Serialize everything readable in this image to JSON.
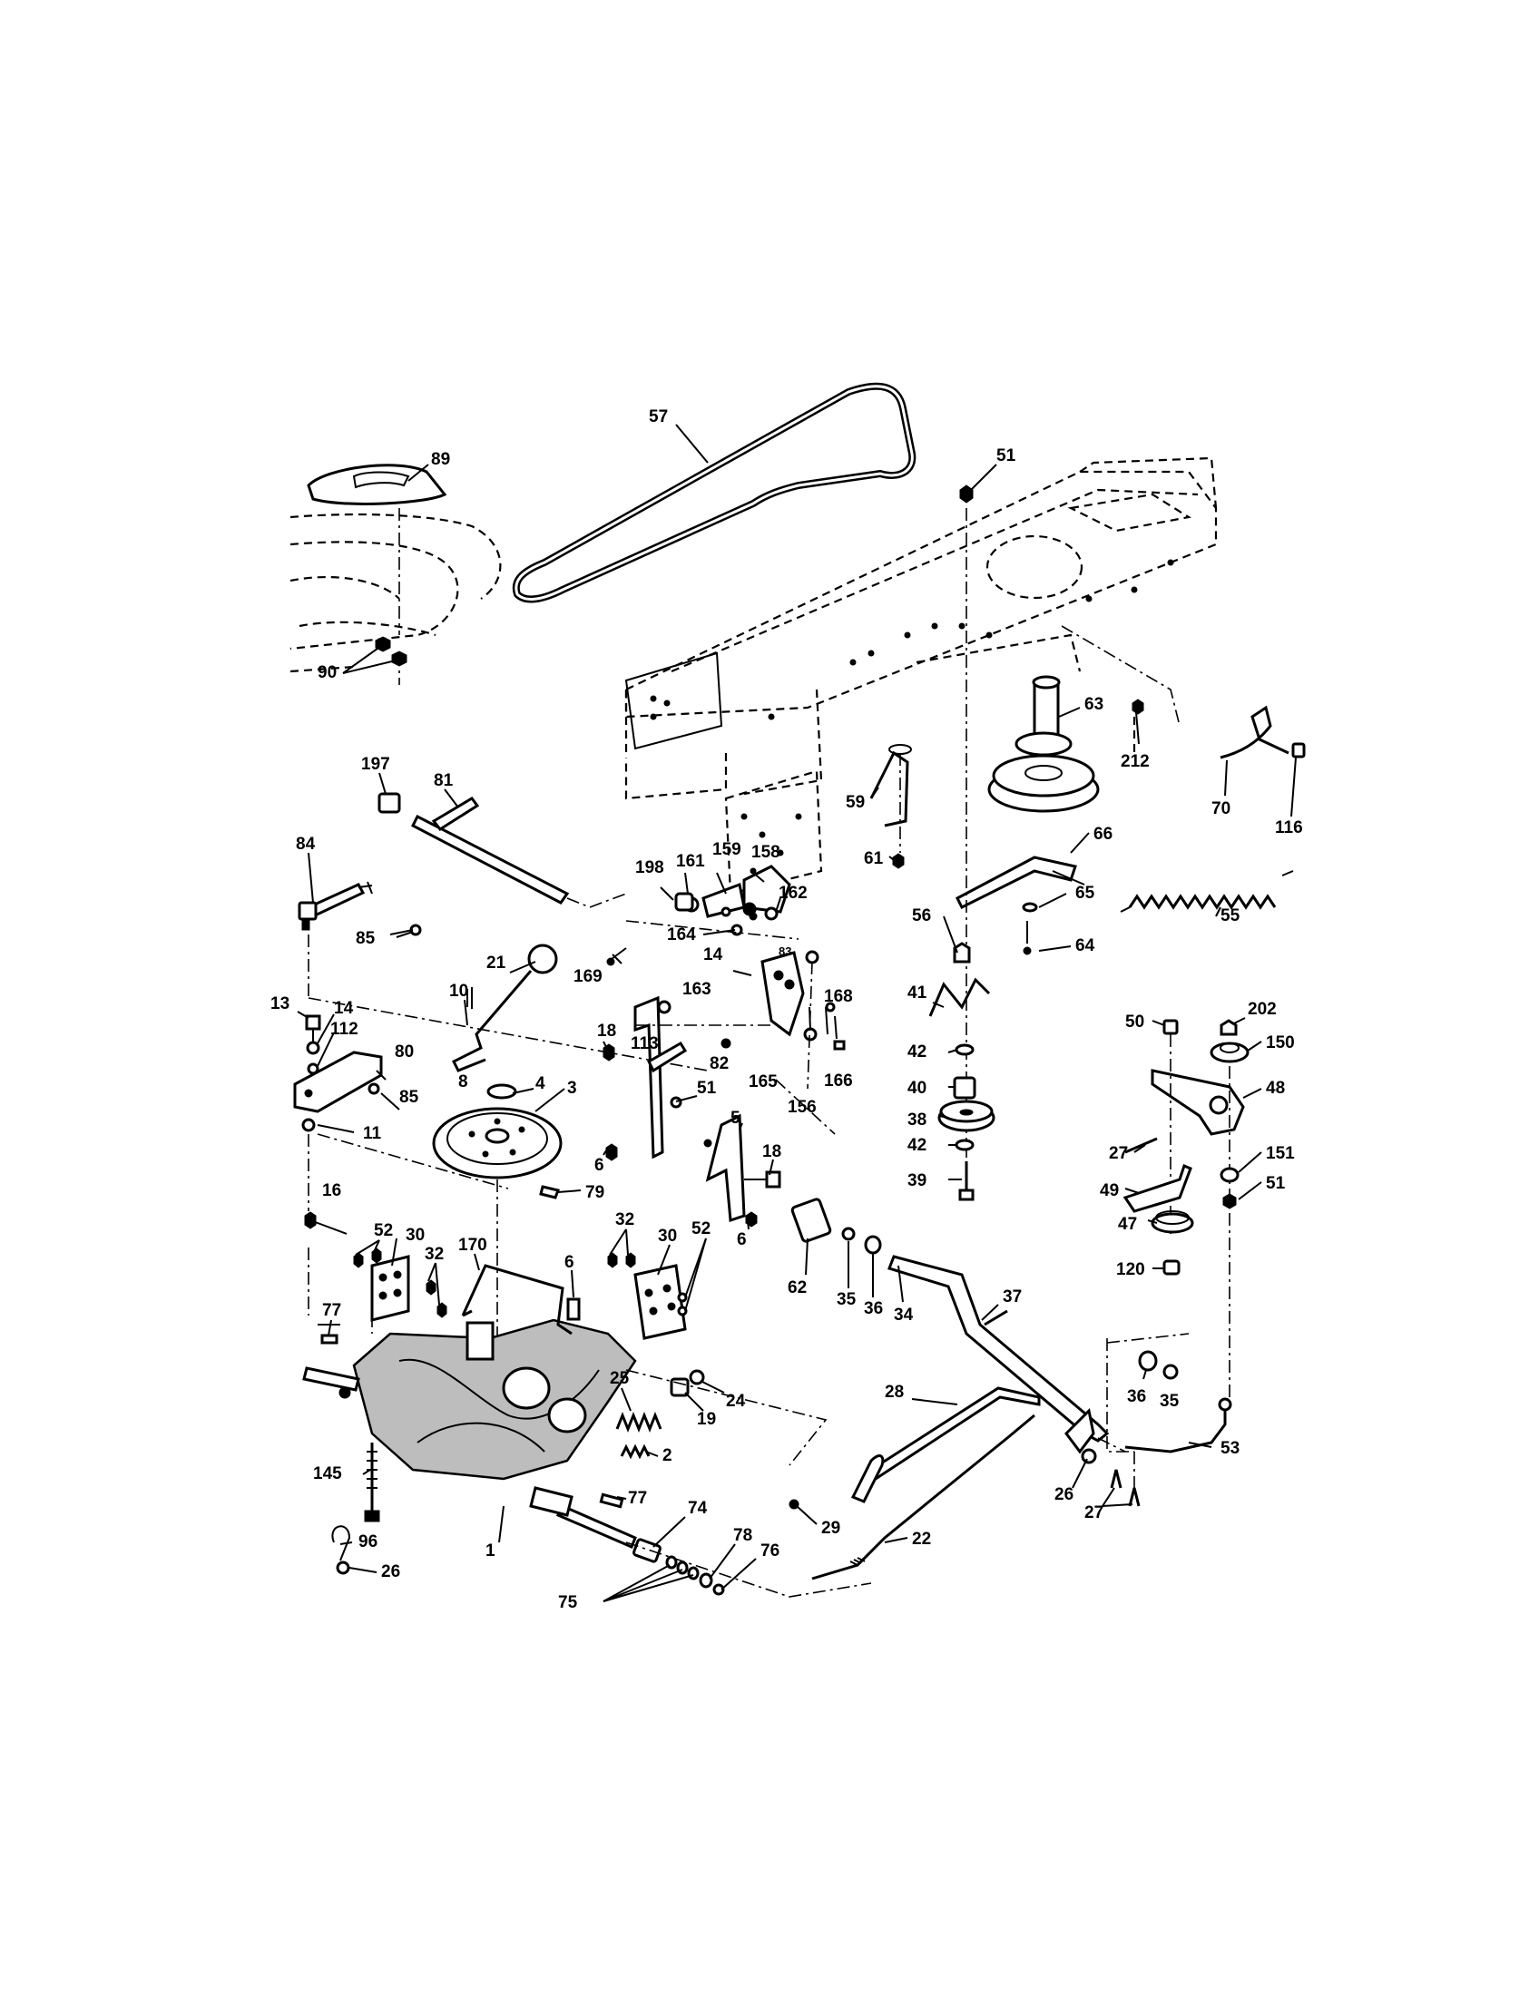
{
  "diagram": {
    "callouts": [
      {
        "id": "c-57",
        "text": "57"
      },
      {
        "id": "c-89",
        "text": "89"
      },
      {
        "id": "c-90",
        "text": "90"
      },
      {
        "id": "c-51a",
        "text": "51"
      },
      {
        "id": "c-197",
        "text": "197"
      },
      {
        "id": "c-81",
        "text": "81"
      },
      {
        "id": "c-84",
        "text": "84"
      },
      {
        "id": "c-85a",
        "text": "85"
      },
      {
        "id": "c-13",
        "text": "13"
      },
      {
        "id": "c-14a",
        "text": "14"
      },
      {
        "id": "c-112",
        "text": "112"
      },
      {
        "id": "c-80",
        "text": "80"
      },
      {
        "id": "c-85b",
        "text": "85"
      },
      {
        "id": "c-11",
        "text": "11"
      },
      {
        "id": "c-21",
        "text": "21"
      },
      {
        "id": "c-10",
        "text": "10"
      },
      {
        "id": "c-8",
        "text": "8"
      },
      {
        "id": "c-4",
        "text": "4"
      },
      {
        "id": "c-3",
        "text": "3"
      },
      {
        "id": "c-79",
        "text": "79"
      },
      {
        "id": "c-169",
        "text": "169"
      },
      {
        "id": "c-198",
        "text": "198"
      },
      {
        "id": "c-161",
        "text": "161"
      },
      {
        "id": "c-159",
        "text": "159"
      },
      {
        "id": "c-158",
        "text": "158"
      },
      {
        "id": "c-162",
        "text": "162"
      },
      {
        "id": "c-164",
        "text": "164"
      },
      {
        "id": "c-14b",
        "text": "14"
      },
      {
        "id": "c-83",
        "text": "83"
      },
      {
        "id": "c-163",
        "text": "163"
      },
      {
        "id": "c-168",
        "text": "168"
      },
      {
        "id": "c-82",
        "text": "82"
      },
      {
        "id": "c-165",
        "text": "165"
      },
      {
        "id": "c-156",
        "text": "156"
      },
      {
        "id": "c-166",
        "text": "166"
      },
      {
        "id": "c-18a",
        "text": "18"
      },
      {
        "id": "c-113",
        "text": "113"
      },
      {
        "id": "c-51b",
        "text": "51"
      },
      {
        "id": "c-5",
        "text": "5"
      },
      {
        "id": "c-18b",
        "text": "18"
      },
      {
        "id": "c-6a",
        "text": "6"
      },
      {
        "id": "c-6b",
        "text": "6"
      },
      {
        "id": "c-16",
        "text": "16"
      },
      {
        "id": "c-52a",
        "text": "52"
      },
      {
        "id": "c-30a",
        "text": "30"
      },
      {
        "id": "c-32a",
        "text": "32"
      },
      {
        "id": "c-170",
        "text": "170"
      },
      {
        "id": "c-6c",
        "text": "6"
      },
      {
        "id": "c-32b",
        "text": "32"
      },
      {
        "id": "c-30b",
        "text": "30"
      },
      {
        "id": "c-52b",
        "text": "52"
      },
      {
        "id": "c-77a",
        "text": "77"
      },
      {
        "id": "c-25",
        "text": "25"
      },
      {
        "id": "c-19",
        "text": "19"
      },
      {
        "id": "c-24",
        "text": "24"
      },
      {
        "id": "c-2",
        "text": "2"
      },
      {
        "id": "c-145",
        "text": "145"
      },
      {
        "id": "c-77b",
        "text": "77"
      },
      {
        "id": "c-1",
        "text": "1"
      },
      {
        "id": "c-96",
        "text": "96"
      },
      {
        "id": "c-26a",
        "text": "26"
      },
      {
        "id": "c-74",
        "text": "74"
      },
      {
        "id": "c-78",
        "text": "78"
      },
      {
        "id": "c-76",
        "text": "76"
      },
      {
        "id": "c-75",
        "text": "75"
      },
      {
        "id": "c-29",
        "text": "29"
      },
      {
        "id": "c-22",
        "text": "22"
      },
      {
        "id": "c-28",
        "text": "28"
      },
      {
        "id": "c-62",
        "text": "62"
      },
      {
        "id": "c-35a",
        "text": "35"
      },
      {
        "id": "c-36a",
        "text": "36"
      },
      {
        "id": "c-34",
        "text": "34"
      },
      {
        "id": "c-37",
        "text": "37"
      },
      {
        "id": "c-63",
        "text": "63"
      },
      {
        "id": "c-212",
        "text": "212"
      },
      {
        "id": "c-70",
        "text": "70"
      },
      {
        "id": "c-116",
        "text": "116"
      },
      {
        "id": "c-59",
        "text": "59"
      },
      {
        "id": "c-61",
        "text": "61"
      },
      {
        "id": "c-66",
        "text": "66"
      },
      {
        "id": "c-56",
        "text": "56"
      },
      {
        "id": "c-65",
        "text": "65"
      },
      {
        "id": "c-64",
        "text": "64"
      },
      {
        "id": "c-55",
        "text": "55"
      },
      {
        "id": "c-41",
        "text": "41"
      },
      {
        "id": "c-42a",
        "text": "42"
      },
      {
        "id": "c-40",
        "text": "40"
      },
      {
        "id": "c-38",
        "text": "38"
      },
      {
        "id": "c-42b",
        "text": "42"
      },
      {
        "id": "c-39",
        "text": "39"
      },
      {
        "id": "c-50",
        "text": "50"
      },
      {
        "id": "c-202",
        "text": "202"
      },
      {
        "id": "c-150",
        "text": "150"
      },
      {
        "id": "c-48",
        "text": "48"
      },
      {
        "id": "c-27a",
        "text": "27"
      },
      {
        "id": "c-151",
        "text": "151"
      },
      {
        "id": "c-49",
        "text": "49"
      },
      {
        "id": "c-51c",
        "text": "51"
      },
      {
        "id": "c-47",
        "text": "47"
      },
      {
        "id": "c-120",
        "text": "120"
      },
      {
        "id": "c-36b",
        "text": "36"
      },
      {
        "id": "c-35b",
        "text": "35"
      },
      {
        "id": "c-53",
        "text": "53"
      },
      {
        "id": "c-26b",
        "text": "26"
      },
      {
        "id": "c-27b",
        "text": "27"
      }
    ]
  }
}
